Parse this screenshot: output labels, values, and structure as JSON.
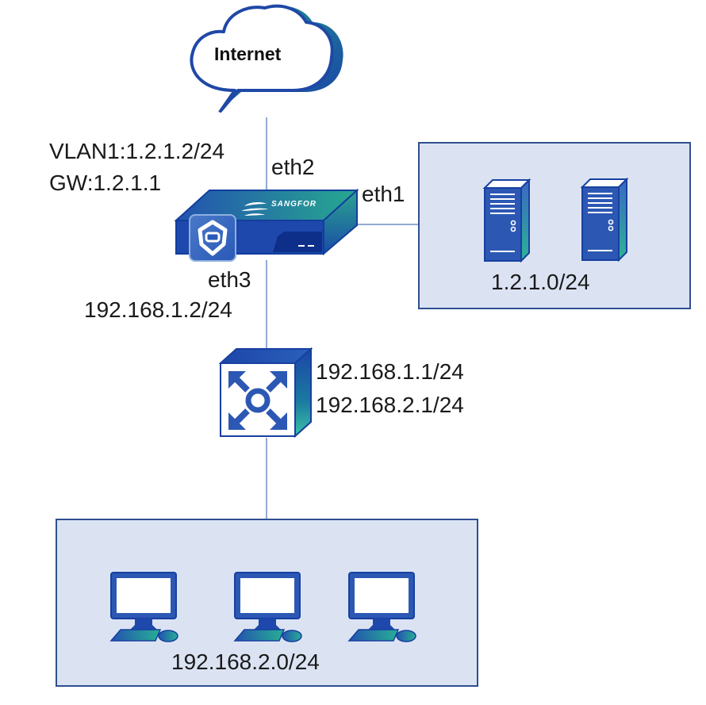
{
  "diagram": {
    "type": "network-topology",
    "colors": {
      "primary_blue": "#2b55b0",
      "dark_blue": "#0f3a9e",
      "teal": "#1ea58c",
      "zone_fill": "#dbe3f3",
      "zone_border": "#2f4f8f",
      "link": "#6f8fc7"
    },
    "internet": {
      "label": "Internet",
      "icon": "cloud-icon"
    },
    "firewall": {
      "brand": "SANGFOR",
      "icon": "firewall-appliance-icon",
      "wan_interface": {
        "vlan": "VLAN1:1.2.1.2/24",
        "gateway": "GW:1.2.1.1",
        "port": "eth2"
      },
      "dmz_port": "eth1",
      "lan_interface": {
        "port": "eth3",
        "ip": "192.168.1.2/24"
      }
    },
    "server_zone": {
      "subnet": "1.2.1.0/24",
      "servers": [
        {
          "icon": "server-icon"
        },
        {
          "icon": "server-icon"
        }
      ]
    },
    "switch": {
      "icon": "layer3-switch-icon",
      "ips": [
        "192.168.1.1/24",
        "192.168.2.1/24"
      ]
    },
    "client_zone": {
      "subnet": "192.168.2.0/24",
      "clients": [
        {
          "icon": "pc-icon"
        },
        {
          "icon": "pc-icon"
        },
        {
          "icon": "pc-icon"
        }
      ]
    }
  }
}
